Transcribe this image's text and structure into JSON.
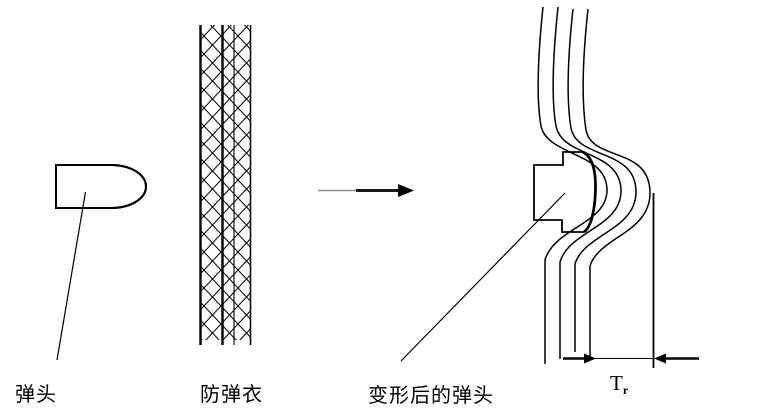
{
  "diagram": {
    "labels": {
      "bullet": "弹头",
      "vest": "防弹衣",
      "deformed_bullet": "变形后的弹头",
      "dimension_symbol": "T",
      "dimension_subscript": "r"
    },
    "colors": {
      "line": "#000000",
      "background": "#ffffff",
      "arrow_gray": "#8f8f8f"
    },
    "icons": {
      "impact_arrow": "right-arrow",
      "dimension_arrows": "inward-facing-arrows"
    }
  }
}
